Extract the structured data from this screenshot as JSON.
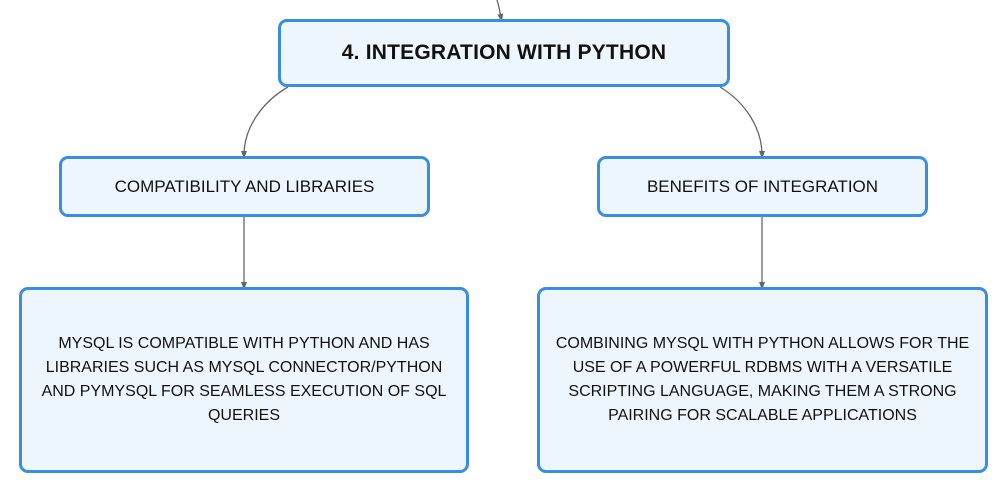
{
  "diagram": {
    "root": {
      "label": "4. INTEGRATION WITH PYTHON"
    },
    "branches": [
      {
        "label": "COMPATIBILITY AND LIBRARIES",
        "detail": "MYSQL IS COMPATIBLE WITH PYTHON AND HAS LIBRARIES SUCH AS MYSQL CONNECTOR/PYTHON AND PYMYSQL FOR SEAMLESS EXECUTION OF SQL QUERIES"
      },
      {
        "label": "BENEFITS OF INTEGRATION",
        "detail": "COMBINING MYSQL WITH PYTHON ALLOWS FOR THE USE OF A POWERFUL RDBMS WITH A VERSATILE SCRIPTING LANGUAGE, MAKING THEM A STRONG PAIRING FOR SCALABLE APPLICATIONS"
      }
    ]
  },
  "colors": {
    "node_border": "#3a8ee0",
    "node_fill": "#eef6fd",
    "connector": "#666666"
  }
}
